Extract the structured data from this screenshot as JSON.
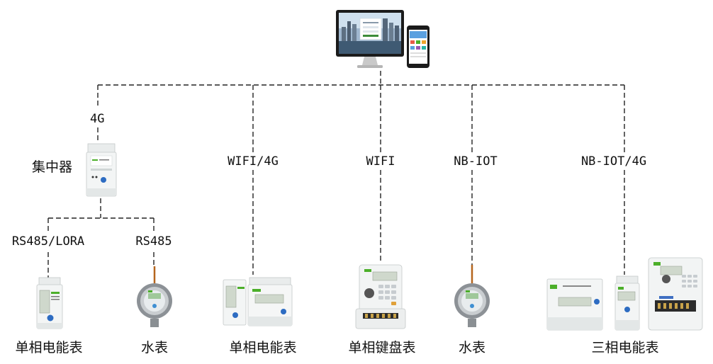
{
  "top": {
    "device": "monitor-and-phone"
  },
  "links": {
    "concentrator": "4G",
    "single_phase_b": "WIFI/4G",
    "keypad": "WIFI",
    "water_b": "NB-IOT",
    "three_phase": "NB-IOT/4G",
    "sub_left": "RS485/LORA",
    "sub_right": "RS485"
  },
  "concentrator_label": "集中器",
  "devices": {
    "single_phase_a": "单相电能表",
    "water_a": "水表",
    "single_phase_b": "单相电能表",
    "keypad": "单相键盘表",
    "water_b": "水表",
    "three_phase": "三相电能表"
  },
  "colors": {
    "line": "#222222",
    "accent_green": "#4caf2a",
    "screen": "#d7e3cf"
  }
}
